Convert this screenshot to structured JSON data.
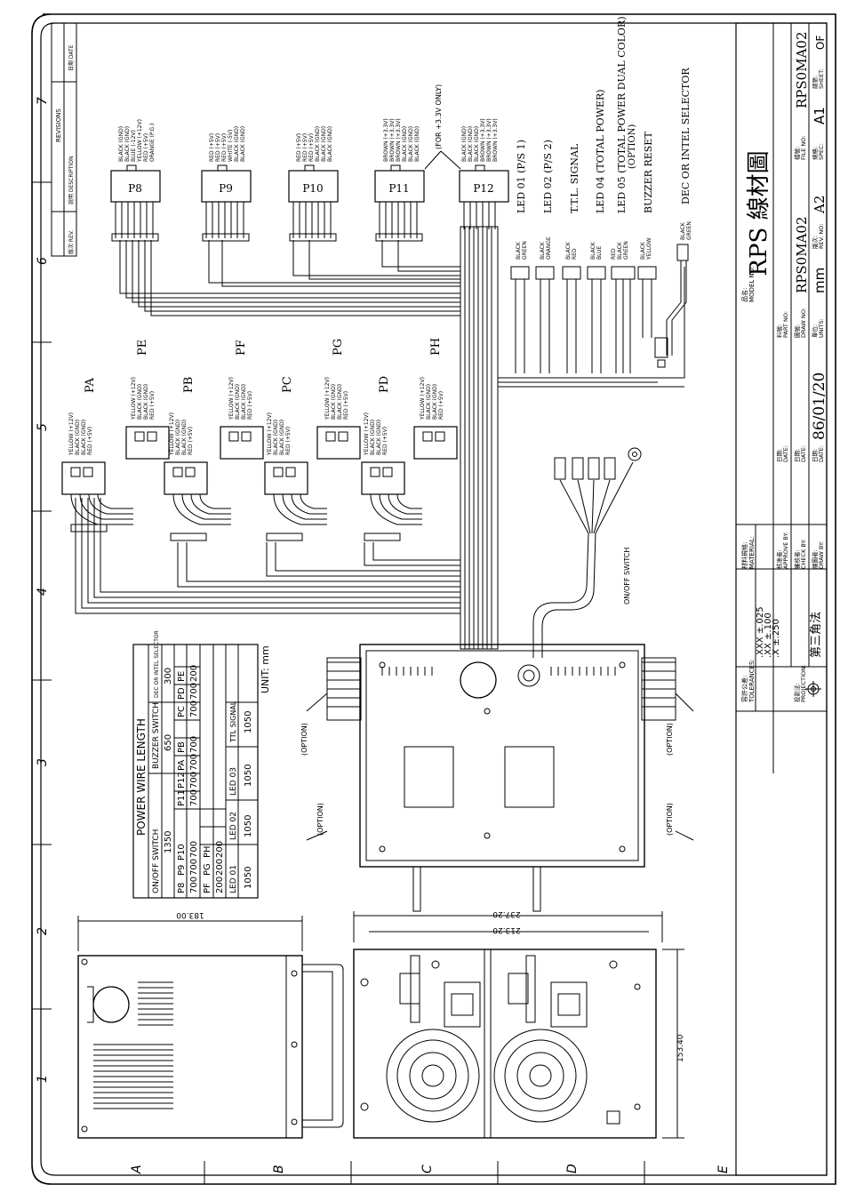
{
  "title_block": {
    "title": "RPS 線材圖",
    "model_label": "品名:\nMODEL NO:",
    "material_label": "材料規格:\nMATERIAL:",
    "part_label": "料號:\nPART NO:",
    "draw_no_label": "圖號:\nDRAW NO:",
    "draw_no": "RPS0MA02",
    "file_label": "檔號:\nFILE NO:",
    "file_no": "RPS0MA02",
    "tolerance_label": "容許公差:\nTOLERANCES:",
    "tol_xxx": ".XXX  ±.025",
    "tol_xx": ".XX   ±.100",
    "tol_x": ".X    ±.250",
    "projection_label": "投影法:\nPROJECTION:",
    "projection": "第三角法",
    "approve_label": "核准者:\nAPPROVE BY:",
    "check_label": "審核者:\nCHECK BY:",
    "draw_by_label": "繪圖者:\nDRAW BY:",
    "date_label": "日期:\nDATE:",
    "date": "86/01/20",
    "rev_label": "版次:\nREV. NO:",
    "rev": "A2",
    "units_label": "單位:\nUNITS:",
    "units": "mm",
    "spec_label": "規格:\nSPEC:",
    "spec": "A1",
    "sheet_label": "總張:\nSHEET:",
    "sheet": "OF"
  },
  "revisions": {
    "header": "REVISIONS",
    "rev_col": "版次 REV.",
    "desc_col": "說明 DESCRIPTION",
    "date_col": "日期 DATE"
  },
  "zones": {
    "columns": [
      "1",
      "2",
      "3",
      "4",
      "5",
      "6",
      "7"
    ],
    "rows": [
      "A",
      "B",
      "C",
      "D",
      "E"
    ]
  },
  "connectors": {
    "P8": {
      "label": "P8",
      "wires": [
        "BLACK (GND)",
        "BLACK (GND)",
        "BLUE (-12V)",
        "YELLOW (+12V)",
        "RED (+5V)",
        "ORANGE (P.G.)"
      ]
    },
    "P9": {
      "label": "P9",
      "wires": [
        "RED (+5V)",
        "RED (+5V)",
        "RED (+5V)",
        "WHITE (-5V)",
        "BLACK (GND)",
        "BLACK (GND)"
      ]
    },
    "P10": {
      "label": "P10",
      "wires": [
        "RED (+5V)",
        "RED (+5V)",
        "RED (+5V)",
        "BLACK (GND)",
        "BLACK (GND)",
        "BLACK (GND)"
      ]
    },
    "P11": {
      "label": "P11",
      "wires": [
        "BROWN (+3.3V)",
        "BROWN (+3.3V)",
        "BROWN (+3.3V)",
        "BLACK (GND)",
        "BLACK (GND)",
        "BLACK (GND)"
      ]
    },
    "P12": {
      "label": "P12",
      "wires": [
        "BLACK (GND)",
        "BLACK (GND)",
        "BLACK (GND)",
        "BROWN (+3.3V)",
        "BROWN (+3.3V)",
        "BROWN (+3.3V)"
      ]
    },
    "for33": "(FOR +3.3V ONLY)"
  },
  "peripherals": {
    "pins": [
      "YELLOW (+12V)",
      "BLACK (GND)",
      "BLACK (GND)",
      "RED (+5V)"
    ],
    "labels": [
      "PA",
      "PB",
      "PC",
      "PD",
      "PE",
      "PF",
      "PG",
      "PH"
    ]
  },
  "leds": [
    {
      "wires": [
        "BLACK",
        "GREEN"
      ],
      "label": "LED 01 (P/S 1)"
    },
    {
      "wires": [
        "BLACK",
        "ORANGE"
      ],
      "label": "LED 02 (P/S 2)"
    },
    {
      "wires": [
        "BLACK",
        "RED"
      ],
      "label": "T.T.L. SIGNAL"
    },
    {
      "wires": [
        "BLACK",
        "BLUE"
      ],
      "label": "LED 04 (TOTAL POWER)"
    },
    {
      "wires": [
        "RED",
        "BLACK",
        "GREEN"
      ],
      "label": "LED 05 (TOTAL POWER DUAL COLOR)",
      "note": "(OPTION)"
    },
    {
      "wires": [
        "BLACK",
        "YELLOW"
      ],
      "label": "BUZZER RESET"
    },
    {
      "wires": [
        "BLACK",
        "GREEN"
      ],
      "label": "DEC OR INTEL SELECTOR"
    }
  ],
  "switch_label": "ON/OFF SWITCH",
  "option_label": "(OPTION)",
  "dims": {
    "d1": "183.00",
    "d2": "237.20",
    "d3": "213.20",
    "d4": "153.40"
  },
  "wire_table": {
    "title": "POWER WIRE LENGTH",
    "unit": "UNIT: mm",
    "rows": [
      [
        "ON/OFF SWITCH",
        "BUZZER SWITCH",
        "DEC OR INTEL SELECTOR"
      ],
      [
        "1350",
        "650",
        "300"
      ],
      [
        "P8",
        "P9",
        "P10",
        "P11",
        "P12",
        "PA",
        "PB",
        "PC",
        "PD",
        "PE"
      ],
      [
        "700",
        "700",
        "700",
        "700",
        "700",
        "700",
        "700",
        "700",
        "700",
        "200"
      ],
      [
        "PF",
        "PG",
        "PH"
      ],
      [
        "200",
        "200",
        "200"
      ],
      [
        "LED 01",
        "LED 02",
        "LED 03",
        "TTL SIGNAL"
      ],
      [
        "1050",
        "1050",
        "1050",
        "1050"
      ]
    ]
  }
}
